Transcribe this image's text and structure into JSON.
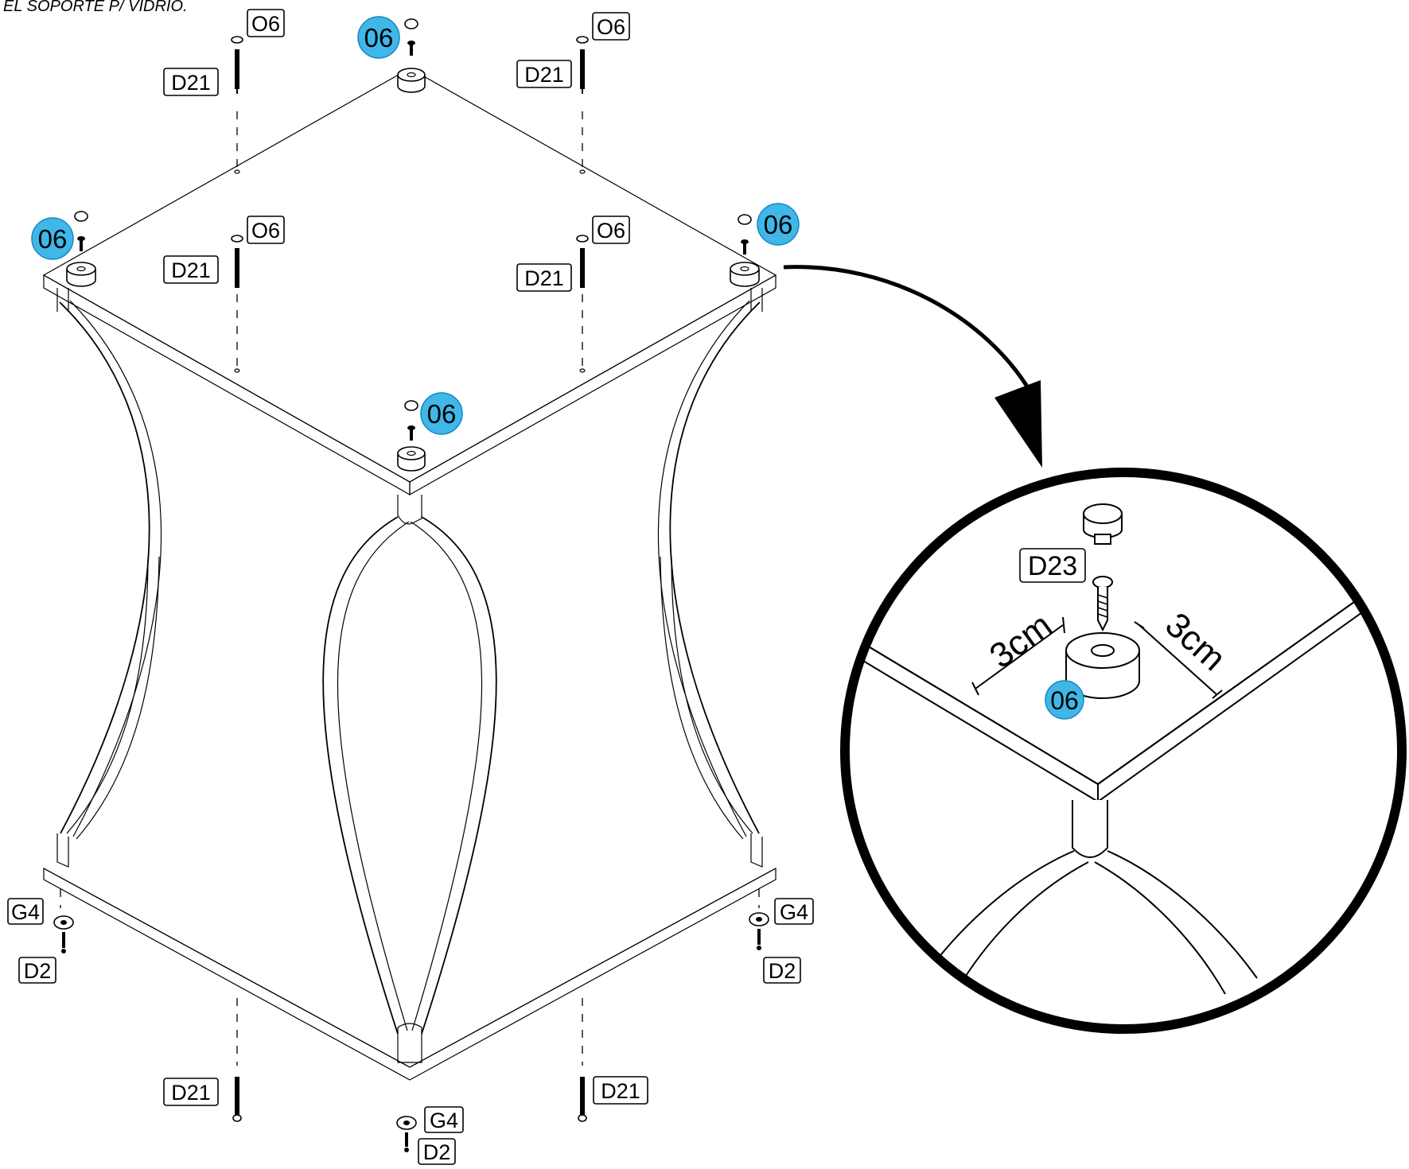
{
  "header": {
    "text": "EL SOPORTE P/ VIDRIO."
  },
  "parts": {
    "o6": "O6",
    "d21": "D21",
    "g4": "G4",
    "d2": "D2",
    "d23": "D23",
    "step": "06"
  },
  "detail": {
    "dim_left": "3cm",
    "dim_right": "3cm"
  }
}
